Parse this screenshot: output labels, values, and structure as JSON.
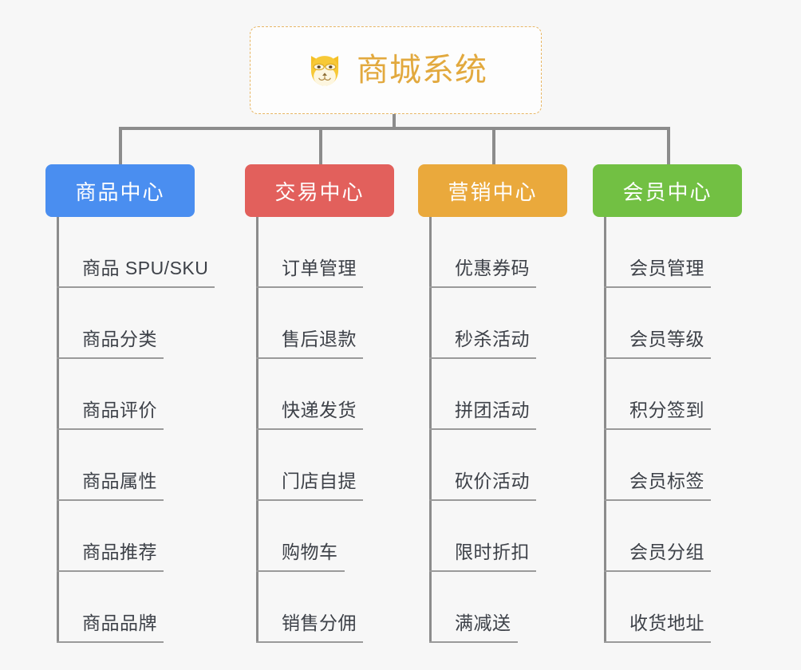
{
  "root": {
    "title": "商城系统",
    "icon": "shiba-dog-face-icon",
    "border_color": "#e8b765",
    "text_color": "#e2a93e",
    "background": "#fdfdfd"
  },
  "canvas": {
    "background": "#f7f7f7",
    "connector_color": "#8c8c8c"
  },
  "columns": [
    {
      "header": "商品中心",
      "color": "#4a8ef0",
      "items": [
        "商品 SPU/SKU",
        "商品分类",
        "商品评价",
        "商品属性",
        "商品推荐",
        "商品品牌"
      ]
    },
    {
      "header": "交易中心",
      "color": "#e2605c",
      "items": [
        "订单管理",
        "售后退款",
        "快递发货",
        "门店自提",
        "购物车",
        "销售分佣"
      ]
    },
    {
      "header": "营销中心",
      "color": "#eaa93c",
      "items": [
        "优惠券码",
        "秒杀活动",
        "拼团活动",
        "砍价活动",
        "限时折扣",
        "满减送"
      ]
    },
    {
      "header": "会员中心",
      "color": "#72c043",
      "items": [
        "会员管理",
        "会员等级",
        "积分签到",
        "会员标签",
        "会员分组",
        "收货地址"
      ]
    }
  ]
}
